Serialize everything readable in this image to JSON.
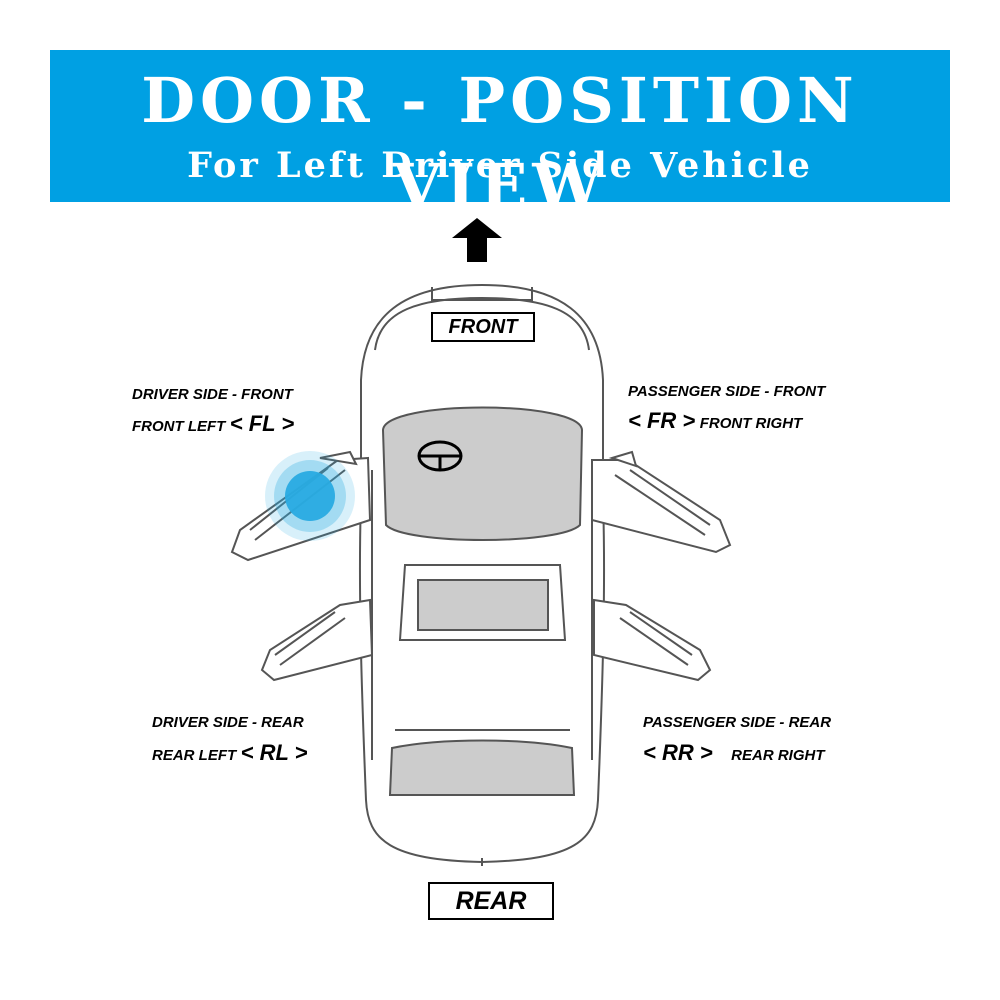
{
  "header": {
    "title": "DOOR - POSITION VIEW",
    "subtitle": "For Left Driver Side Vehicle",
    "color": "#00a0e3"
  },
  "car": {
    "front_label": "FRONT",
    "rear_label": "REAR",
    "glass_color": "#cccccc",
    "highlight_color": "#29abe2",
    "direction_icon": "arrow-up-icon",
    "logo_icon": "steering-logo-icon"
  },
  "doors": {
    "fl": {
      "line1": "DRIVER SIDE - FRONT",
      "prefix": "FRONT LEFT",
      "code": "< FL >"
    },
    "fr": {
      "line1": "PASSENGER SIDE - FRONT",
      "code": "< FR >",
      "suffix": "FRONT RIGHT"
    },
    "rl": {
      "line1": "DRIVER SIDE - REAR",
      "prefix": "REAR LEFT",
      "code": "< RL >"
    },
    "rr": {
      "line1": "PASSENGER SIDE - REAR",
      "code": "< RR >",
      "suffix": "REAR RIGHT"
    }
  }
}
